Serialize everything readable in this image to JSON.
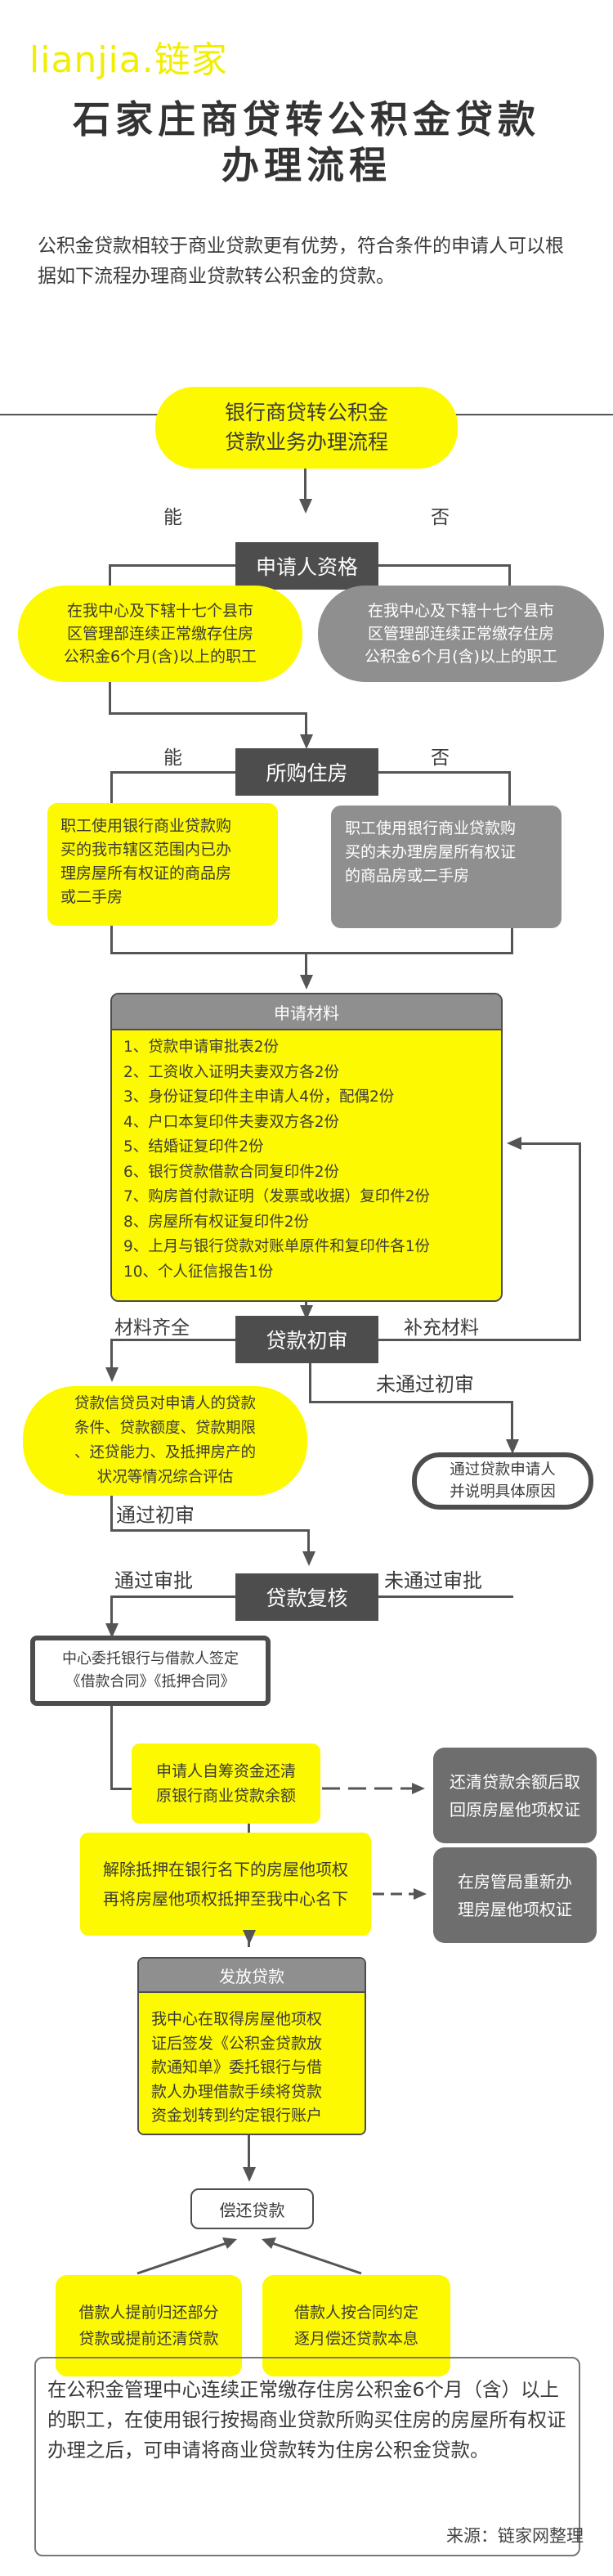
{
  "header": {
    "logo": "lianjia.链家",
    "title_line1": "石家庄商贷转公积金贷款",
    "title_line2": "办理流程"
  },
  "intro": "公积金贷款相较于商业贷款更有优势，符合条件的申请人可以根据如下流程办理商业贷款转公积金的贷款。",
  "flow": {
    "start": {
      "line1": "银行商贷转公积金",
      "line2": "贷款业务办理流程"
    },
    "step1": {
      "label": "申请人资格",
      "yes_label": "能",
      "no_label": "否",
      "yes_box": [
        "在我中心及下辖十七个县市",
        "区管理部连续正常缴存住房",
        "公积金6个月(含)以上的职工"
      ],
      "no_box": [
        "在我中心及下辖十七个县市",
        "区管理部连续正常缴存住房",
        "公积金6个月(含)以上的职工"
      ]
    },
    "step2": {
      "label": "所购住房",
      "yes_label": "能",
      "no_label": "否",
      "yes_box": [
        "职工使用银行商业贷款购",
        "买的我市辖区范围内已办",
        "理房屋所有权证的商品房",
        "或二手房"
      ],
      "no_box": [
        "职工使用银行商业贷款购",
        "买的未办理房屋所有权证",
        "的商品房或二手房"
      ]
    },
    "materials": {
      "header": "申请材料",
      "items": [
        "1、贷款申请审批表2份",
        "2、工资收入证明夫妻双方各2份",
        "3、身份证复印件主申请人4份，配偶2份",
        "4、户口本复印件夫妻双方各2份",
        "5、结婚证复印件2份",
        "6、银行贷款借款合同复印件2份",
        "7、购房首付款证明（发票或收据）复印件2份",
        "8、房屋所有权证复印件2份",
        "9、上月与银行贷款对账单原件和复印件各1份",
        "10、个人征信报告1份"
      ]
    },
    "step3": {
      "label": "贷款初审",
      "left_label": "材料齐全",
      "right_label": "补充材料",
      "fail_label": "未通过初审",
      "pass_label": "通过初审",
      "assess_box": [
        "贷款信贷员对申请人的贷款",
        "条件、贷款额度、贷款期限",
        "、还贷能力、及抵押房产的",
        "状况等情况综合评估"
      ],
      "fail_box": [
        "通过贷款申请人",
        "并说明具体原因"
      ]
    },
    "step4": {
      "label": "贷款复核",
      "pass_label": "通过审批",
      "fail_label": "未通过审批",
      "contract_box": [
        "中心委托银行与借款人签定",
        "《借款合同》《抵押合同》"
      ]
    },
    "step5": {
      "repay_box": [
        "申请人自筹资金还清",
        "原银行商业贷款余额"
      ],
      "repay_side": [
        "还清贷款余额后取",
        "回原房屋他项权证"
      ],
      "mortgage_box": [
        "解除抵押在银行名下的房屋他项权",
        "再将房屋他项权抵押至我中心名下"
      ],
      "mortgage_side": [
        "在房管局重新办",
        "理房屋他项权证"
      ]
    },
    "disburse": {
      "header": "发放贷款",
      "lines": [
        "我中心在取得房屋他项权",
        "证后签发《公积金贷款放",
        "款通知单》委托银行与借",
        "款人办理借款手续将贷款",
        "资金划转到约定银行账户"
      ]
    },
    "repay": {
      "label": "偿还贷款",
      "left_box": [
        "借款人提前归还部分",
        "贷款或提前还清贷款"
      ],
      "right_box": [
        "借款人按合同约定",
        "逐月偿还贷款本息"
      ]
    }
  },
  "note": "在公积金管理中心连续正常缴存住房公积金6个月（含）以上的职工，在使用银行按揭商业贷款所购买住房的房屋所有权证办理之后，可申请将商业贷款转为住房公积金贷款。",
  "source": "来源：链家网整理",
  "colors": {
    "yellow": "#fdf900",
    "dark": "#4d4d4d",
    "grey": "#8f8f8f",
    "line": "#555555"
  }
}
